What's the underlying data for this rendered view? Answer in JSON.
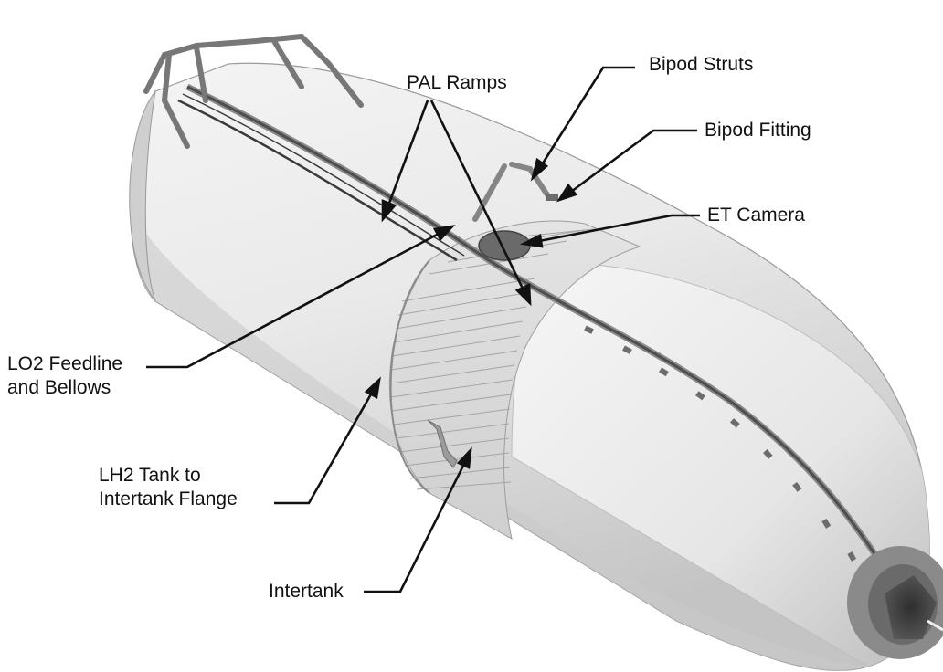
{
  "diagram": {
    "labels": {
      "pal_ramps": "PAL Ramps",
      "bipod_struts": "Bipod Struts",
      "bipod_fitting": "Bipod Fitting",
      "et_camera": "ET Camera",
      "lo2_feedline_line1": "LO2 Feedline",
      "lo2_feedline_line2": "and Bellows",
      "lh2_flange_line1": "LH2 Tank to",
      "lh2_flange_line2": "Intertank Flange",
      "intertank": "Intertank"
    },
    "colors": {
      "tank_body": "#e6e6e6",
      "tank_shadow": "#b8b8b8",
      "tank_highlight": "#f7f7f7",
      "intertank": "#d8d8d8",
      "intertank_ribs": "#a5a5a5",
      "feedline": "#555555",
      "nose_cap_dark": "#3c3c3c",
      "nose_cap_ring": "#777777",
      "camera": "#6a6a6a",
      "struts": "#8a8a8a",
      "arrow": "#111111",
      "text": "#111111"
    }
  }
}
